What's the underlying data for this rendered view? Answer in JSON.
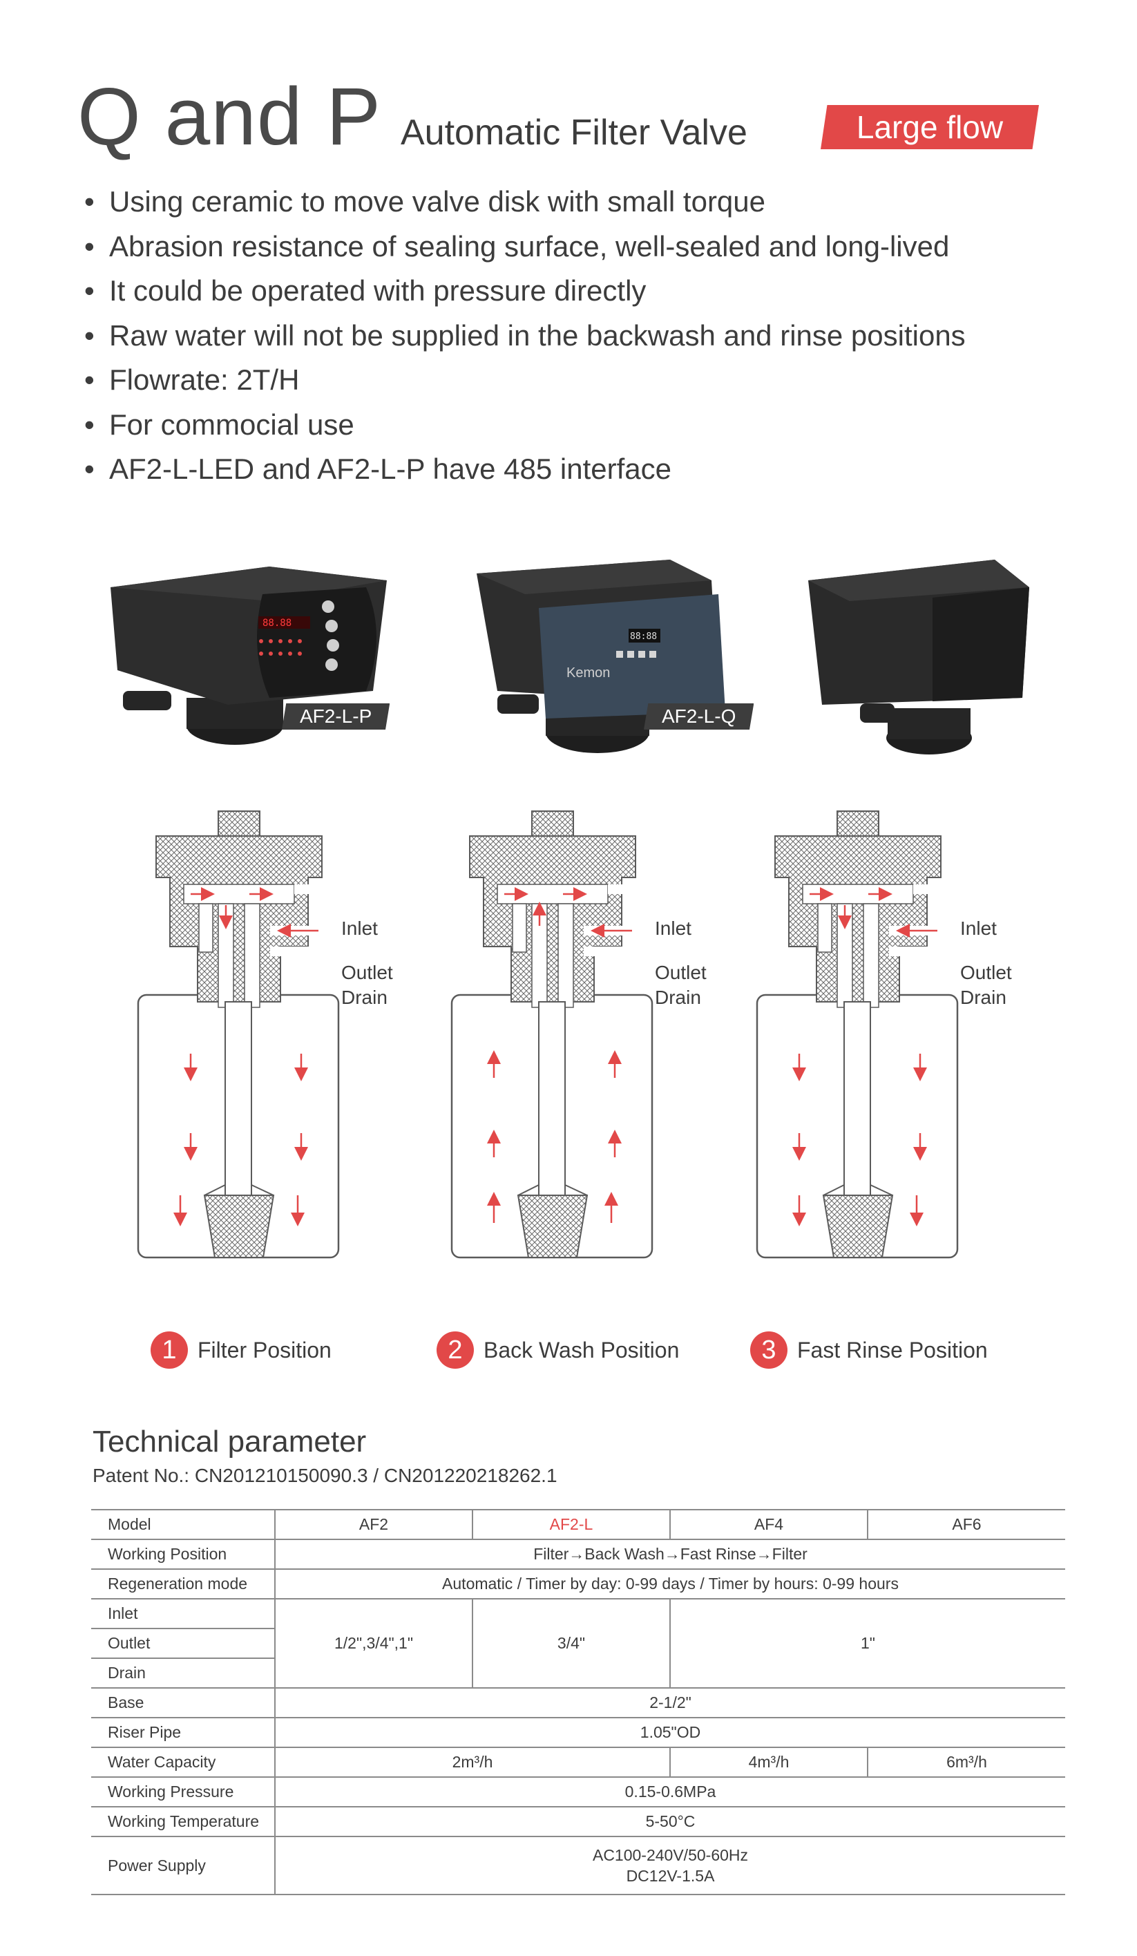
{
  "header": {
    "title_main": "Q and P",
    "title_sub": "Automatic Filter Valve",
    "badge": "Large flow"
  },
  "features": [
    "Using ceramic to move valve disk with small torque",
    "Abrasion resistance of sealing surface, well-sealed and long-lived",
    "It could be operated with pressure directly",
    "Raw water will not be supplied in the backwash and rinse positions",
    "Flowrate: 2T/H",
    "For commocial use",
    "AF2-L-LED and AF2-L-P have 485 interface"
  ],
  "products": [
    {
      "model": "AF2-L-P",
      "display": "88.88"
    },
    {
      "model": "AF2-L-Q",
      "display": "88:88",
      "brand": "Kemon"
    },
    {
      "model": ""
    }
  ],
  "diagrams": [
    {
      "number": "1",
      "caption": "Filter Position",
      "inlet": "Inlet",
      "outlet": "Outlet",
      "drain": "Drain"
    },
    {
      "number": "2",
      "caption": "Back Wash Position",
      "inlet": "Inlet",
      "outlet": "Outlet",
      "drain": "Drain"
    },
    {
      "number": "3",
      "caption": "Fast Rinse Position",
      "inlet": "Inlet",
      "outlet": "Outlet",
      "drain": "Drain"
    }
  ],
  "technical": {
    "title": "Technical parameter",
    "patent": "Patent No.: CN201210150090.3 / CN201220218262.1",
    "rows": {
      "model": {
        "label": "Model",
        "af2": "AF2",
        "af2l": "AF2-L",
        "af4": "AF4",
        "af6": "AF6"
      },
      "working_position": {
        "label": "Working Position",
        "value": "Filter→Back Wash→Fast Rinse→Filter"
      },
      "regeneration": {
        "label": "Regeneration mode",
        "value": "Automatic / Timer by day: 0-99 days / Timer by hours: 0-99 hours"
      },
      "ports": {
        "inlet": "Inlet",
        "outlet": "Outlet",
        "drain": "Drain",
        "af2": "1/2\",3/4\",1\"",
        "af2l": "3/4\"",
        "af46": "1\""
      },
      "base": {
        "label": "Base",
        "value": "2-1/2\""
      },
      "riser": {
        "label": "Riser Pipe",
        "value": "1.05\"OD"
      },
      "capacity": {
        "label": "Water Capacity",
        "af2": "2m³/h",
        "af4": "4m³/h",
        "af6": "6m³/h"
      },
      "pressure": {
        "label": "Working Pressure",
        "value": "0.15-0.6MPa"
      },
      "temperature": {
        "label": "Working Temperature",
        "value": "5-50°C"
      },
      "power": {
        "label": "Power Supply",
        "line1": "AC100-240V/50-60Hz",
        "line2": "DC12V-1.5A"
      }
    }
  },
  "colors": {
    "accent": "#e24848",
    "text": "#3c3c3c",
    "valve_black": "#2a2a2a",
    "panel_blue": "#3b4a5a"
  }
}
